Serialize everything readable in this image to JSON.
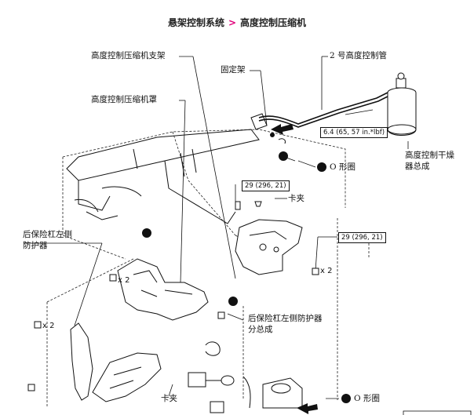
{
  "breadcrumb": {
    "section": "悬架控制系统",
    "separator": ">",
    "page": "高度控制压缩机"
  },
  "labels": {
    "bracket": "高度控制压缩机支架",
    "cover": "高度控制压缩机罩",
    "fixing_bracket": "固定架",
    "tube": "2 号高度控制管",
    "o_ring_top": "O 形圈",
    "dryer_line1": "高度控制干燥",
    "dryer_line2": "器总成",
    "clamp_top": "卡夹",
    "rear_bumper_protector_line1": "后保险杠左侧",
    "rear_bumper_protector_line2": "防护器",
    "rear_bumper_protector_sub_line1": "后保险杠左侧防护器",
    "rear_bumper_protector_sub_line2": "分总成",
    "clamp_bottom": "卡夹",
    "o_ring_bottom": "O 形圈"
  },
  "torques": {
    "tube_torque": "6.4 (65, 57 in.*lbf)",
    "bolt_torque_center": "29 (296, 21)",
    "bolt_torque_right": "29 (296, 21)"
  },
  "quantities": {
    "x2_left_mid": "x 2",
    "x2_right": "x 2",
    "x2_left_low": "x 2"
  }
}
